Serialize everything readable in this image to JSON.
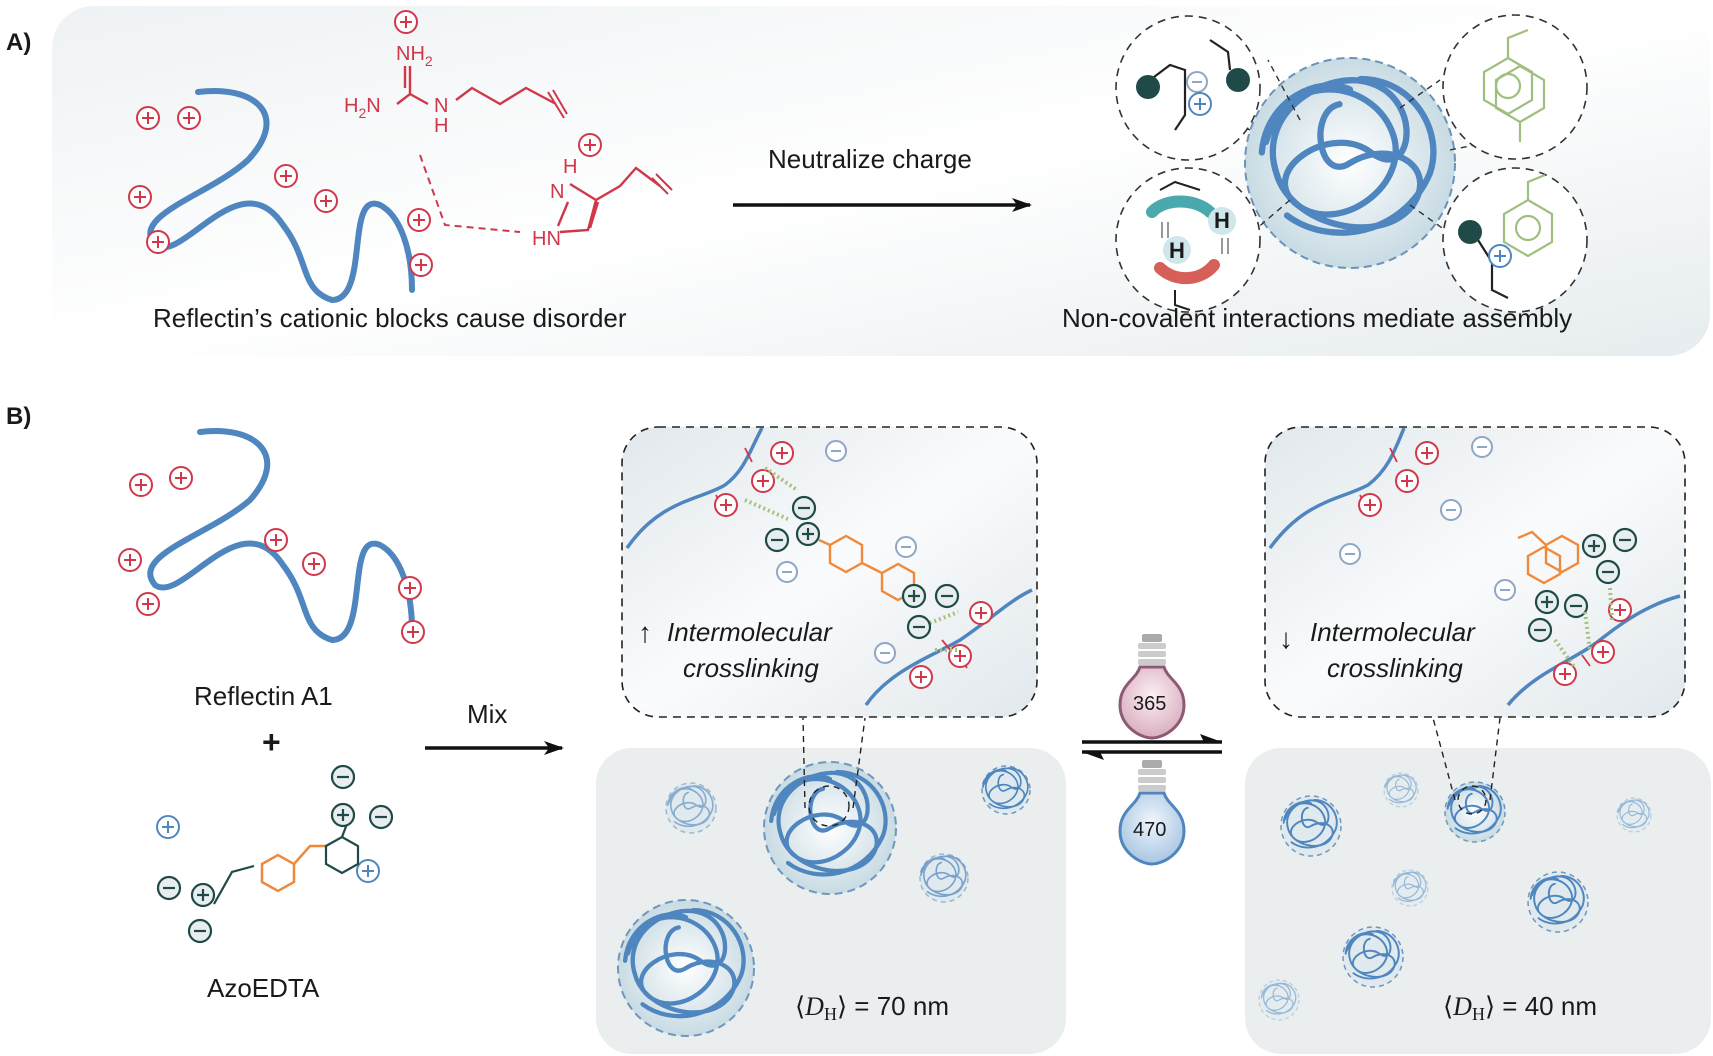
{
  "panel_a": {
    "label": "A)",
    "arrow_label": "Neutralize charge",
    "left_caption": "Reflectin’s cationic blocks cause disorder",
    "right_caption": "Non-covalent interactions mediate assembly",
    "chem": {
      "nh2_top": "NH",
      "nh2_top_sub": "2",
      "h2n": "H",
      "h2n_sub": "2",
      "h2n_n": "N",
      "nh": "N",
      "nh_h": "H",
      "imid_h": "H",
      "imid_n": "N",
      "imid_hn": "HN",
      "hbond_h1": "H",
      "hbond_h2": "H"
    }
  },
  "panel_b": {
    "label": "B)",
    "protein_label": "Reflectin A1",
    "plus_sign": "+",
    "small_molecule_label": "AzoEDTA",
    "mix_label": "Mix",
    "inset_left": {
      "line1": "Intermolecular",
      "line2": "crosslinking",
      "direction": "up"
    },
    "inset_right": {
      "line1": "Intermolecular",
      "line2": "crosslinking",
      "direction": "down"
    },
    "uv_label": "365",
    "vis_label": "470",
    "size_left": {
      "prefix": "⟨",
      "symbol": "D",
      "subscript": "H",
      "suffix": "⟩ = 70 nm"
    },
    "size_right": {
      "prefix": "⟨",
      "symbol": "D",
      "subscript": "H",
      "suffix": "⟩ = 40 nm"
    }
  },
  "colors": {
    "protein": "#4f86bf",
    "cation": "#d0384a",
    "anion_light": "#8fa6c4",
    "teal_dark": "#1f4a47",
    "azo_orange": "#ef8a3c",
    "aromatic_green": "#9fbf7e",
    "panel_bg": "#eef1f3"
  }
}
